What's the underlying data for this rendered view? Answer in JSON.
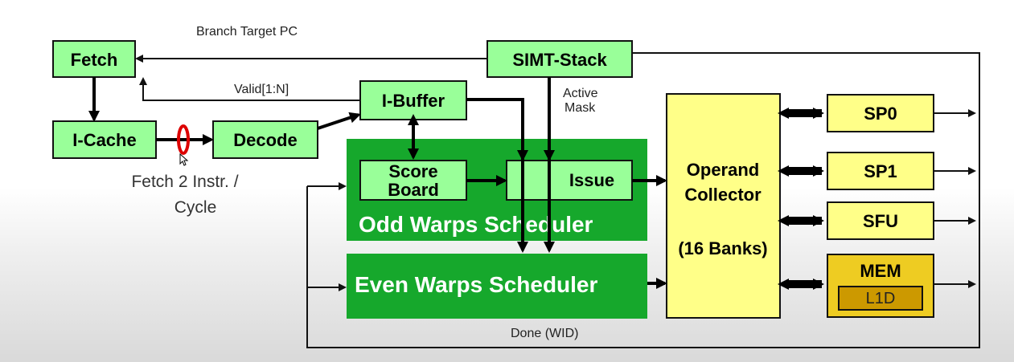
{
  "blocks": {
    "fetch": "Fetch",
    "icache": "I-Cache",
    "decode": "Decode",
    "ibuffer": "I-Buffer",
    "simt_stack": "SIMT-Stack",
    "scoreboard_line1": "Score",
    "scoreboard_line2": "Board",
    "issue": "Issue",
    "odd_scheduler": "Odd Warps Scheduler",
    "even_scheduler": "Even Warps Scheduler",
    "operand_line1": "Operand",
    "operand_line2": "Collector",
    "operand_line3": "(16 Banks)",
    "sp0": "SP0",
    "sp1": "SP1",
    "sfu": "SFU",
    "mem": "MEM",
    "l1d": "L1D"
  },
  "labels": {
    "branch_target_pc": "Branch Target PC",
    "valid": "Valid[1:N]",
    "active": "Active",
    "mask": "Mask",
    "fetch_note_line1": "Fetch 2 Instr. /",
    "fetch_note_line2": "Cycle",
    "done": "Done (WID)"
  },
  "colors": {
    "block_green": "#99ff99",
    "scheduler_green": "#16a82c",
    "unit_yellow": "#ffff88",
    "mem_gold": "#eecc22",
    "l1d_brown": "#cc9900",
    "marker_red": "#dd0000"
  }
}
